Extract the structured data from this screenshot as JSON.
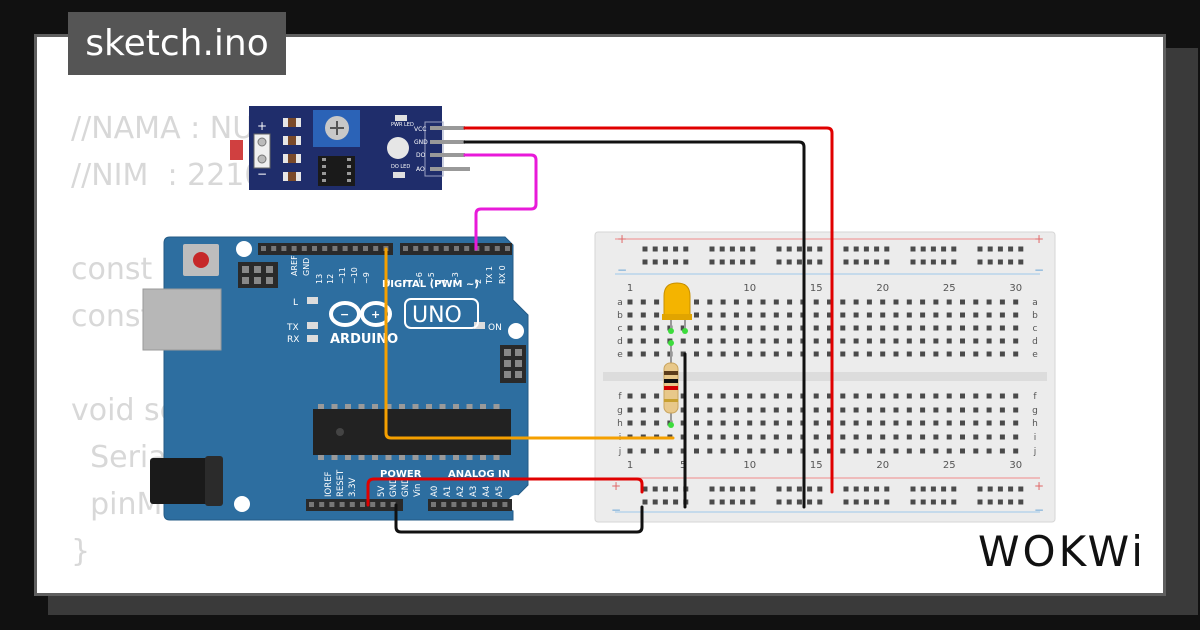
{
  "tab": {
    "title": "sketch.ino"
  },
  "code_lines": [
    "//NAMA : NU        U",
    "//NIM  : 2210      A",
    "",
    "const i",
    "const",
    "",
    "void se",
    "  Seria",
    "  pinM      (le        );",
    "}"
  ],
  "sensor": {
    "pins": [
      "VCC",
      "GND",
      "DO",
      "AO"
    ],
    "leds": [
      "PWR LED",
      "DO LED"
    ],
    "plus": "+",
    "minus": "−"
  },
  "arduino": {
    "brand": "ARDUINO",
    "model": "UNO",
    "digital_label": "DIGITAL (PWM ~)",
    "power_label": "POWER",
    "analog_label": "ANALOG IN",
    "labels": {
      "aref": "AREF",
      "gnd": "GND",
      "l": "L",
      "tx": "TX",
      "rx": "RX",
      "on": "ON"
    },
    "digital_pins": [
      "13",
      "12",
      "~11",
      "~10",
      "~9",
      "8",
      "7",
      "~6",
      "~5",
      "4",
      "~3",
      "2",
      "TX 1",
      "RX 0"
    ],
    "power_pins": [
      "IOREF",
      "RESET",
      "3.3V",
      "5V",
      "GND",
      "GND",
      "Vin"
    ],
    "analog_pins": [
      "A0",
      "A1",
      "A2",
      "A3",
      "A4",
      "A5"
    ]
  },
  "breadboard": {
    "columns": [
      "1",
      "5",
      "10",
      "15",
      "20",
      "25",
      "30"
    ],
    "rows_top": [
      "a",
      "b",
      "c",
      "d",
      "e"
    ],
    "rows_bottom": [
      "f",
      "g",
      "h",
      "i",
      "j"
    ],
    "plus": "+",
    "minus": "−"
  },
  "colors": {
    "board": "#2d6ea0",
    "sensor_board": "#1f2d6b",
    "wire_red": "#e00000",
    "wire_black": "#111111",
    "wire_orange": "#f5a000",
    "wire_magenta": "#e81ad9",
    "breadboard": "#ececec",
    "led": "#f4b400"
  },
  "logo": {
    "text": "WOKWi"
  }
}
